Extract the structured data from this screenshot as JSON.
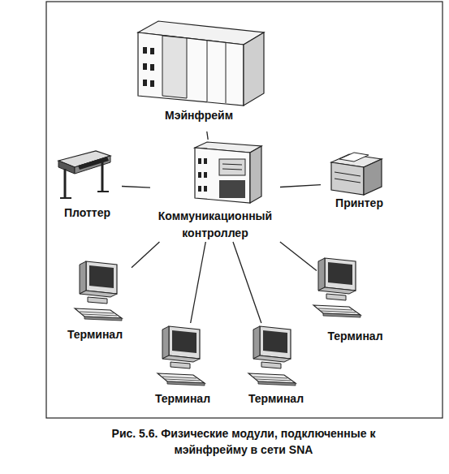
{
  "diagram": {
    "caption": "Рис. 5.6. Физические модули, подключенные к мэйнфрейму в сети SNA",
    "nodes": [
      {
        "text": [
          "Мэйнфрейм"
        ]
      },
      {
        "text": [
          "Плоттер"
        ]
      },
      {
        "text": [
          "Коммуникационный контроллер"
        ]
      },
      {
        "text": [
          "Принтер"
        ]
      },
      {
        "text": [
          "Терминал"
        ]
      },
      {
        "text": [
          "Терминал"
        ]
      },
      {
        "text": [
          "Терминал"
        ]
      },
      {
        "text": [
          "Терминал"
        ]
      }
    ],
    "edges": [
      {
        "from": 0,
        "to": 2,
        "arrow": "none"
      },
      {
        "from": 2,
        "to": 1,
        "arrow": "none"
      },
      {
        "from": 2,
        "to": 3,
        "arrow": "none"
      },
      {
        "from": 2,
        "to": 4,
        "arrow": "none"
      },
      {
        "from": 2,
        "to": 5,
        "arrow": "none"
      },
      {
        "from": 2,
        "to": 6,
        "arrow": "none"
      },
      {
        "from": 2,
        "to": 7,
        "arrow": "none"
      }
    ]
  }
}
